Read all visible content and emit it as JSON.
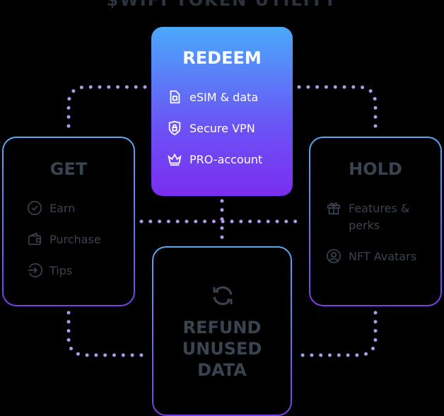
{
  "title": "$WIFI TOKEN UTILITY",
  "redeem": {
    "heading": "REDEEM",
    "items": [
      "eSIM & data",
      "Secure VPN",
      "PRO-account"
    ]
  },
  "get": {
    "heading": "GET",
    "items": [
      "Earn",
      "Purchase",
      "Tips"
    ]
  },
  "hold": {
    "heading": "HOLD",
    "items": [
      "Features & perks",
      "NFT Avatars"
    ]
  },
  "refund": {
    "heading": "REFUND UNUSED DATA"
  },
  "colors": {
    "dots": "#b39ae8",
    "gradient_top": "#4aa9fb",
    "gradient_bottom": "#7a2ef0",
    "dim_text": "#3a4350"
  }
}
